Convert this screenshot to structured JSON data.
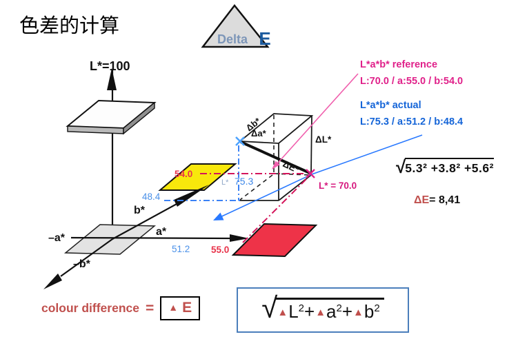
{
  "title": "色差的计算",
  "logo": {
    "delta": "Delta",
    "e": "E"
  },
  "reference": {
    "line1": "L*a*b* reference",
    "line2": "L:70.0 / a:55.0 / b:54.0"
  },
  "actual": {
    "line1": "L*a*b*  actual",
    "line2": "L:75.3 / a:51.2 / b:48.4"
  },
  "calculation": {
    "radical": "√",
    "expression": "5.3² +3.8² +5.6²",
    "delta_e": "ΔE",
    "result": "= 8,41"
  },
  "diagram": {
    "l_axis": "L*=100",
    "a_pos": "a*",
    "a_neg": "–a*",
    "b_pos": "b*",
    "b_neg": "–b*",
    "delta_b": "Δb*",
    "delta_a": "Δa*",
    "delta_l": "ΔL*",
    "delta_e": "ΔE*",
    "ref_b": "54.0",
    "act_b": "48.4",
    "act_l_label": "L*",
    "act_l": "75.3",
    "ref_l": "L* = 70.0",
    "act_a": "51.2",
    "ref_a": "55.0"
  },
  "footer": {
    "label": "colour difference",
    "equals": "=",
    "box_tri": "▲",
    "box_e": "E",
    "formula": {
      "radical": "√",
      "tri": "▲",
      "l": "L",
      "a": "a",
      "b": "b",
      "sup": "2",
      "plus": "+"
    }
  },
  "colors": {
    "magenta_text": "#e0218a",
    "blue_text": "#1565d8",
    "blue_number": "#4a90e8",
    "crimson_number": "#e8334a",
    "magenta_line": "#d4145a",
    "blue_line": "#3b82f6",
    "brick_red": "#c0504d",
    "formula_border": "#4a7ebb"
  }
}
